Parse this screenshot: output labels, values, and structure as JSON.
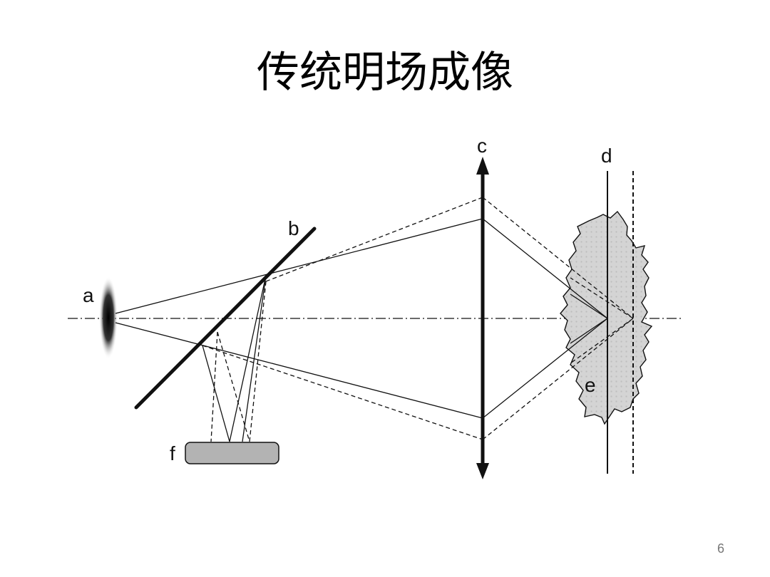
{
  "slide": {
    "title": "传统明场成像",
    "page_number": "6"
  },
  "diagram": {
    "labels": {
      "a": "a",
      "b": "b",
      "c": "c",
      "d": "d",
      "e": "e",
      "f": "f"
    },
    "colors": {
      "ink": "#111111",
      "sample_fill": "#d4d4d4",
      "detector_fill": "#b3b3b3"
    }
  }
}
